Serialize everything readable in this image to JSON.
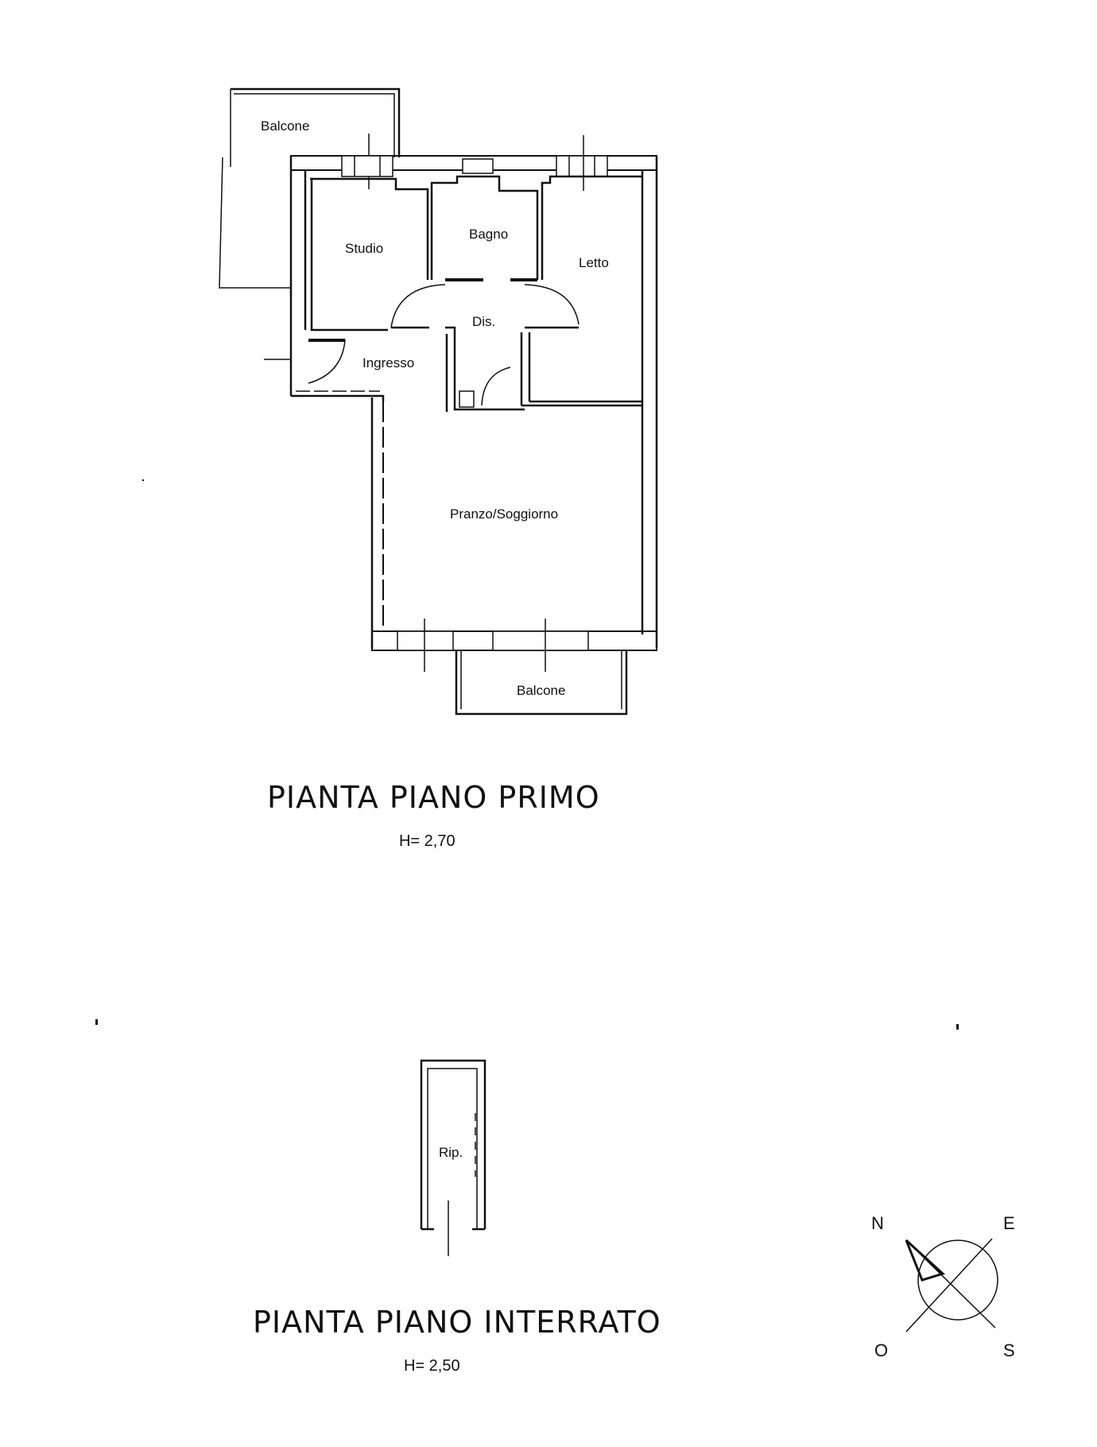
{
  "first_floor": {
    "rooms": {
      "balcone_top": "Balcone",
      "studio": "Studio",
      "bagno": "Bagno",
      "letto": "Letto",
      "dis": "Dis.",
      "ingresso": "Ingresso",
      "pranzo": "Pranzo/Soggiorno",
      "balcone_bottom": "Balcone"
    },
    "title": "PIANTA PIANO PRIMO",
    "height": "H= 2,70"
  },
  "basement": {
    "rooms": {
      "rip": "Rip."
    },
    "title": "PIANTA PIANO INTERRATO",
    "height": "H= 2,50"
  },
  "compass": {
    "n": "N",
    "e": "E",
    "o": "O",
    "s": "S"
  }
}
